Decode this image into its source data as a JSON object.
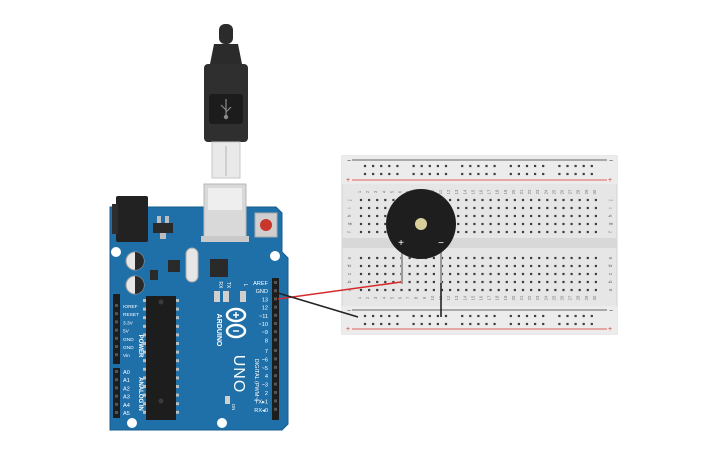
{
  "usb": {
    "cable_color": "#2b2b2b",
    "plug_color": "#dcdcdc",
    "icon": "usb-icon"
  },
  "arduino": {
    "board_color": "#1f6fa8",
    "brand": "ARDUINO",
    "model": "UNO",
    "power_header_title": "POWER",
    "analog_header_title": "ANALOG IN",
    "digital_header_title": "DIGITAL (PWM~)",
    "on_label": "ON",
    "tx_label": "TX",
    "rx_label": "RX",
    "l_label": "L",
    "top_pins": [
      "AREF",
      "GND",
      "13",
      "12",
      "~11",
      "~10",
      "~9",
      "8"
    ],
    "lower_pins": [
      "7",
      "~6",
      "~5",
      "4",
      "~3",
      "2",
      "TX▸1",
      "RX◂0"
    ],
    "power_pins": [
      "IOREF",
      "RESET",
      "3.3V",
      "5V",
      "GND",
      "GND",
      "Vin"
    ],
    "analog_pins": [
      "A0",
      "A1",
      "A2",
      "A3",
      "A4",
      "A5"
    ]
  },
  "breadboard": {
    "body_color": "#e6e6e6",
    "column_numbers": [
      "1",
      "2",
      "3",
      "4",
      "5",
      "6",
      "7",
      "8",
      "9",
      "10",
      "11",
      "12",
      "13",
      "14",
      "15",
      "16",
      "17",
      "18",
      "19",
      "20",
      "21",
      "22",
      "23",
      "24",
      "25",
      "26",
      "27",
      "28",
      "29",
      "30"
    ],
    "top_rows": [
      "j",
      "i",
      "h",
      "g",
      "f"
    ],
    "bottom_rows": [
      "e",
      "d",
      "c",
      "b",
      "a"
    ],
    "rail_plus": "+",
    "rail_minus": "−"
  },
  "buzzer": {
    "plus_label": "+",
    "minus_label": "−",
    "body_color": "#1e1e1e"
  },
  "wires": {
    "signal_color": "#d62b2b",
    "ground_color": "#222222"
  }
}
